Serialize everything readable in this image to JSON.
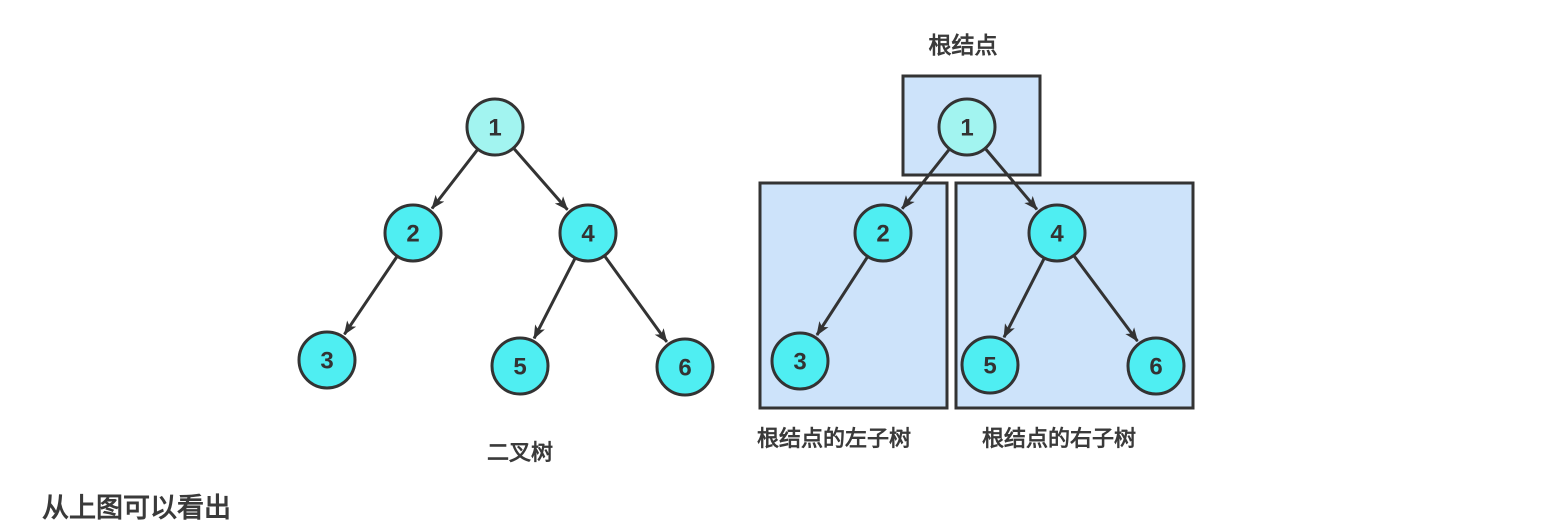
{
  "colors": {
    "background": "#ffffff",
    "node_fill": "#4feef2",
    "root_node_fill": "#a2f4f0",
    "node_stroke": "#333333",
    "box_fill": "#cde3fa",
    "box_stroke": "#333333",
    "arrow": "#333333",
    "text": "#3a3a3a"
  },
  "binary_tree_diagram": {
    "caption": "二叉树",
    "nodes": {
      "n1": "1",
      "n2": "2",
      "n3": "3",
      "n4": "4",
      "n5": "5",
      "n6": "6"
    },
    "edges": [
      [
        "1",
        "2"
      ],
      [
        "1",
        "4"
      ],
      [
        "2",
        "3"
      ],
      [
        "4",
        "5"
      ],
      [
        "4",
        "6"
      ]
    ]
  },
  "subtree_diagram": {
    "root_box_label": "根结点",
    "left_subtree_label": "根结点的左子树",
    "right_subtree_label": "根结点的右子树",
    "nodes": {
      "n1": "1",
      "n2": "2",
      "n3": "3",
      "n4": "4",
      "n5": "5",
      "n6": "6"
    },
    "edges": [
      [
        "1",
        "2"
      ],
      [
        "1",
        "4"
      ],
      [
        "2",
        "3"
      ],
      [
        "4",
        "5"
      ],
      [
        "4",
        "6"
      ]
    ]
  },
  "partial_bottom_text": "从上图可以看出"
}
